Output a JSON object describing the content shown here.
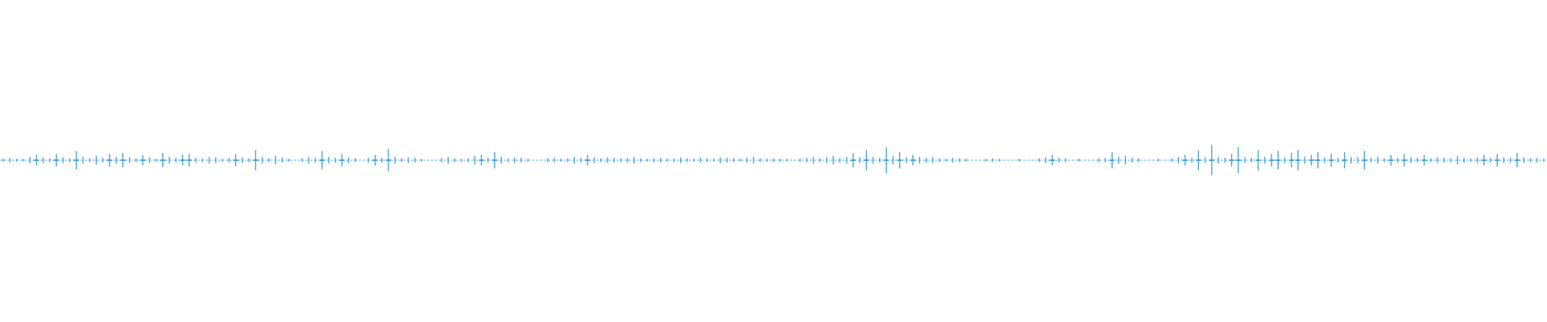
{
  "waveform": {
    "color": "#4aa3df",
    "background": "#ffffff",
    "amplitudes": [
      0.02,
      0.04,
      0.02,
      0.01,
      0.06,
      0.1,
      0.05,
      0.03,
      0.12,
      0.05,
      0.03,
      0.18,
      0.06,
      0.03,
      0.08,
      0.04,
      0.12,
      0.06,
      0.14,
      0.05,
      0.03,
      0.1,
      0.05,
      0.02,
      0.14,
      0.06,
      0.04,
      0.1,
      0.12,
      0.04,
      0.03,
      0.06,
      0.05,
      0.02,
      0.04,
      0.12,
      0.05,
      0.03,
      0.2,
      0.06,
      0.03,
      0.08,
      0.04,
      0.02,
      0.0,
      0.03,
      0.06,
      0.04,
      0.18,
      0.06,
      0.04,
      0.12,
      0.05,
      0.03,
      0.0,
      0.04,
      0.1,
      0.04,
      0.22,
      0.06,
      0.03,
      0.05,
      0.04,
      0.02,
      0.0,
      0.0,
      0.04,
      0.06,
      0.03,
      0.02,
      0.03,
      0.08,
      0.1,
      0.04,
      0.16,
      0.06,
      0.03,
      0.05,
      0.04,
      0.02,
      0.0,
      0.0,
      0.03,
      0.04,
      0.02,
      0.03,
      0.06,
      0.04,
      0.1,
      0.05,
      0.03,
      0.05,
      0.04,
      0.03,
      0.04,
      0.06,
      0.03,
      0.02,
      0.03,
      0.04,
      0.02,
      0.03,
      0.05,
      0.03,
      0.02,
      0.04,
      0.03,
      0.02,
      0.05,
      0.04,
      0.03,
      0.02,
      0.04,
      0.06,
      0.03,
      0.02,
      0.03,
      0.02,
      0.01,
      0.0,
      0.02,
      0.04,
      0.06,
      0.03,
      0.05,
      0.08,
      0.04,
      0.06,
      0.14,
      0.05,
      0.2,
      0.06,
      0.04,
      0.26,
      0.08,
      0.16,
      0.05,
      0.1,
      0.06,
      0.04,
      0.05,
      0.03,
      0.02,
      0.04,
      0.03,
      0.02,
      0.0,
      0.0,
      0.02,
      0.03,
      0.02,
      0.0,
      0.0,
      0.02,
      0.0,
      0.0,
      0.03,
      0.05,
      0.1,
      0.04,
      0.03,
      0.0,
      0.02,
      0.0,
      0.0,
      0.03,
      0.04,
      0.16,
      0.06,
      0.08,
      0.04,
      0.03,
      0.0,
      0.0,
      0.02,
      0.0,
      0.03,
      0.06,
      0.1,
      0.04,
      0.2,
      0.05,
      0.3,
      0.06,
      0.04,
      0.12,
      0.26,
      0.05,
      0.04,
      0.2,
      0.06,
      0.12,
      0.18,
      0.05,
      0.14,
      0.2,
      0.06,
      0.1,
      0.16,
      0.05,
      0.12,
      0.04,
      0.16,
      0.06,
      0.05,
      0.18,
      0.04,
      0.06,
      0.03,
      0.1,
      0.04,
      0.12,
      0.05,
      0.04,
      0.1,
      0.03,
      0.05,
      0.04,
      0.03,
      0.08,
      0.04,
      0.03,
      0.05,
      0.1,
      0.04,
      0.12,
      0.05,
      0.04,
      0.14,
      0.05,
      0.03,
      0.04,
      0.02
    ]
  }
}
